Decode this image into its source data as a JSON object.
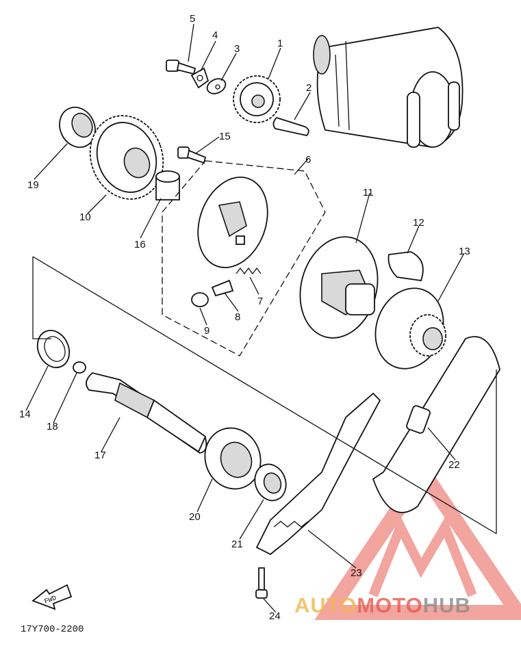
{
  "callouts": [
    "1",
    "2",
    "3",
    "4",
    "5",
    "6",
    "7",
    "8",
    "9",
    "10",
    "11",
    "12",
    "13",
    "14",
    "15",
    "16",
    "17",
    "18",
    "19",
    "20",
    "21",
    "22",
    "23",
    "24"
  ],
  "diagram_code": "17Y700-2200",
  "fwd_label": "FWD",
  "watermark": {
    "part1": "AUTO",
    "part2": "MOTO",
    "part3": "HUB",
    "color_red": "#e85a4f",
    "color_orange": "#f2b74a",
    "color_grey": "#8c8c8c"
  }
}
